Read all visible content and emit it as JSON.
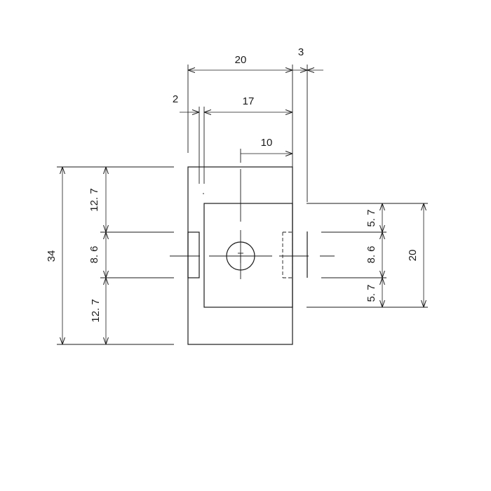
{
  "dimensions": {
    "top_20": "20",
    "top_3": "3",
    "top_2": "2",
    "top_17": "17",
    "top_10": "10",
    "left_34": "34",
    "left_12_7_top": "12. 7",
    "left_8_6": "8. 6",
    "left_12_7_bottom": "12. 7",
    "right_5_7_top": "5. 7",
    "right_8_6": "8. 6",
    "right_5_7_bottom": "5. 7",
    "right_20": "20"
  }
}
